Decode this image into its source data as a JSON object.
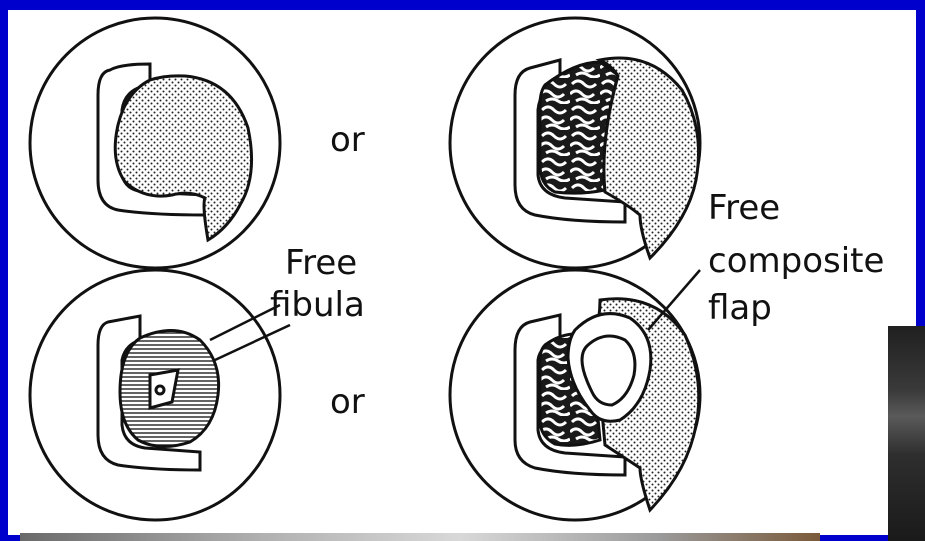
{
  "labels": {
    "or_top": "or",
    "or_bottom": "or",
    "free_fibula_line1": "Free",
    "free_fibula_line2": "fibula",
    "free_composite_line1": "Free",
    "free_composite_line2": "composite",
    "free_composite_line3": "flap"
  },
  "colors": {
    "background": "#0000cc",
    "panel": "#ffffff",
    "ink": "#111111"
  }
}
